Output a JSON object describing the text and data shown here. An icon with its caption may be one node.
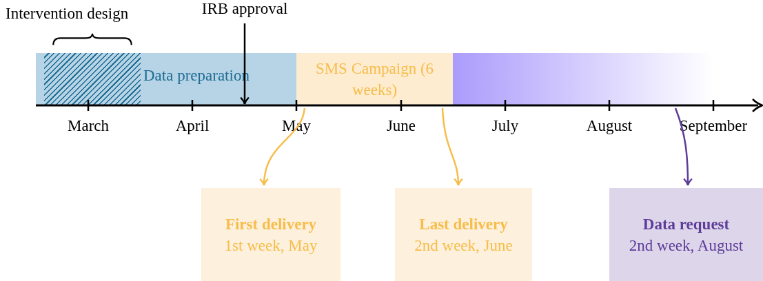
{
  "diagram": {
    "nodes": [
      {
        "text": [
          "Data preparation"
        ]
      },
      {
        "text": [
          "Intervention design"
        ],
        "in": 0
      },
      {
        "text": [
          "IRB approval"
        ]
      },
      {
        "text": [
          "SMS Campaign (6 weeks)"
        ]
      },
      {
        "text": [],
        "shape": "bar"
      },
      {
        "text": [
          "First delivery",
          "1st week, May"
        ]
      },
      {
        "text": [
          "Last delivery",
          "2nd week, June"
        ]
      },
      {
        "text": [
          "Data request",
          "2nd week, August"
        ]
      }
    ],
    "edges": [
      {
        "from": 2,
        "to": 0,
        "arrow": "to",
        "color": "#000000"
      },
      {
        "from": 3,
        "to": 5,
        "arrow": "to"
      },
      {
        "from": 3,
        "to": 6,
        "arrow": "to"
      },
      {
        "from": 4,
        "to": 7,
        "arrow": "to",
        "color": "#5e3d99"
      }
    ],
    "labels": [
      "March",
      "April",
      "May",
      "June",
      "July",
      "August",
      "September"
    ]
  }
}
